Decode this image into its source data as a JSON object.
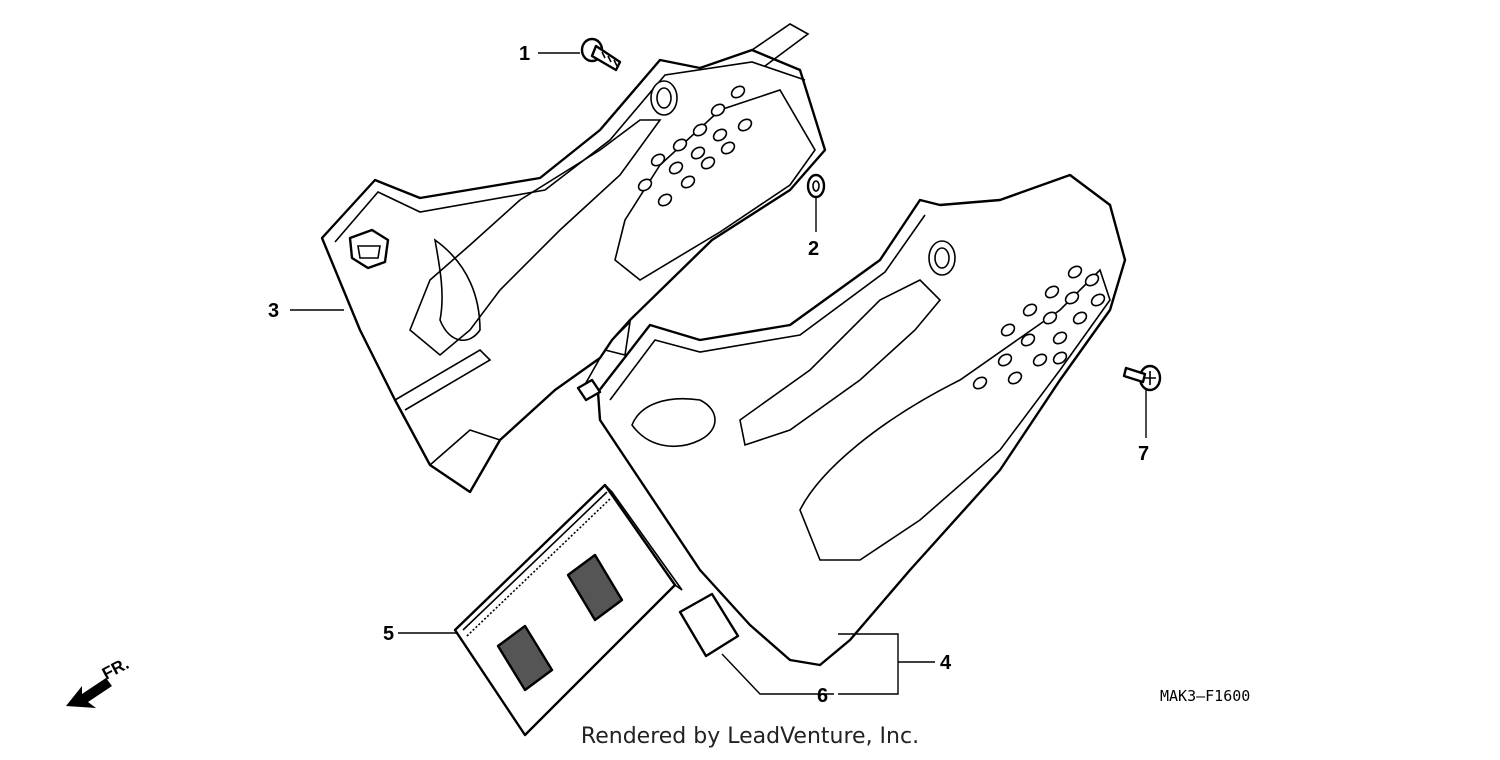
{
  "callouts": {
    "c1": "1",
    "c2": "2",
    "c3": "3",
    "c4": "4",
    "c5": "5",
    "c6": "6",
    "c7": "7"
  },
  "direction": {
    "label": "FR."
  },
  "diagram_code": "MAK3—F1600",
  "credit": "Rendered by LeadVenture, Inc.",
  "icons": {
    "direction": "front-arrow-icon"
  }
}
